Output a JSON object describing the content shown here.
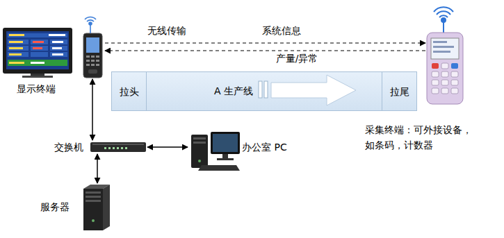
{
  "diagram": {
    "nodes": [
      {
        "text": [
          "显示终端"
        ]
      },
      {
        "text": [
          "A 生产线"
        ]
      },
      {
        "text": [
          "拉头"
        ],
        "in": 1
      },
      {
        "text": [
          "拉尾"
        ],
        "in": 1
      },
      {
        "text": [
          "采集终端：可外接设备，如条码，计数器"
        ]
      },
      {
        "text": [
          "交换机"
        ]
      },
      {
        "text": [
          "办公室 PC"
        ]
      },
      {
        "text": [
          "服务器"
        ]
      }
    ],
    "edges": [
      {
        "from": 0,
        "to": 4,
        "label": "系统信息",
        "arrow": "to"
      },
      {
        "from": 4,
        "to": 0,
        "label": "产量/异常",
        "arrow": "to"
      },
      {
        "from": 0,
        "to": 5,
        "arrow": "both"
      },
      {
        "from": 5,
        "to": 6,
        "arrow": "both"
      },
      {
        "from": 5,
        "to": 7,
        "arrow": "both"
      }
    ],
    "labels": [
      "无线传输"
    ]
  }
}
